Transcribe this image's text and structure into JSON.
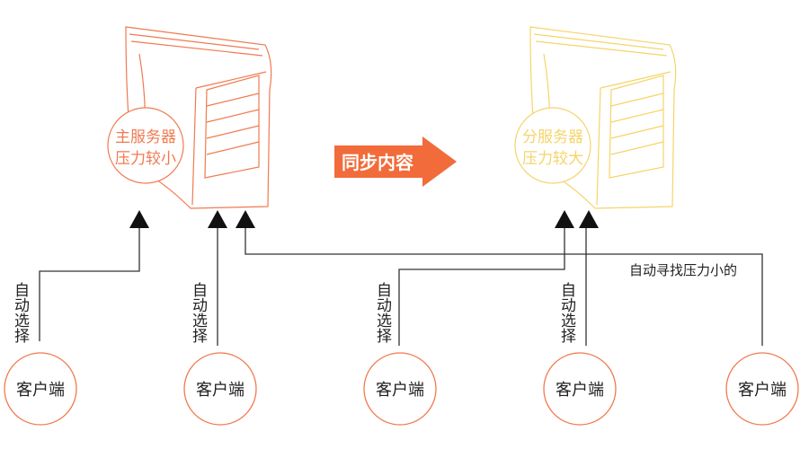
{
  "colors": {
    "primary_server": "#f07a50",
    "secondary_server": "#f5d469",
    "client": "#f07a50",
    "sync_arrow": "#f26b3a",
    "line": "#333333"
  },
  "servers": {
    "primary": {
      "label_line1": "主服务器",
      "label_line2": "压力较小"
    },
    "secondary": {
      "label_line1": "分服务器",
      "label_line2": "压力较大"
    }
  },
  "sync": {
    "label": "同步内容"
  },
  "clients": [
    {
      "label": "客户端"
    },
    {
      "label": "客户端"
    },
    {
      "label": "客户端"
    },
    {
      "label": "客户端"
    },
    {
      "label": "客户端"
    }
  ],
  "connections": {
    "auto_select": "自动选择",
    "auto_find_low_load": "自动寻找压力小的"
  }
}
